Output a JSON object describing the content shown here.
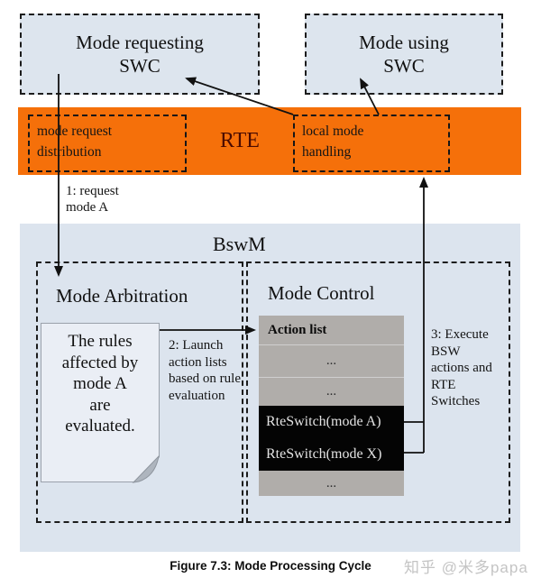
{
  "colors": {
    "rte_bar": "#f5700a",
    "swc_box_fill": "#dde5ee",
    "bswm_fill": "#dce4ee",
    "table_gray": "#b0adaa",
    "action_row_black": "#040404",
    "note_fill": "#eaeef5",
    "rte_label_text": "#4a0b01",
    "watermark_gray": "#c4c4c4",
    "line_black": "#111111"
  },
  "top": {
    "mode_requesting_swc": [
      "Mode requesting",
      "SWC"
    ],
    "mode_using_swc": [
      "Mode using",
      "SWC"
    ]
  },
  "rte": {
    "label": "RTE",
    "mode_request_distribution": [
      "mode request",
      "distribution"
    ],
    "local_mode_handling": [
      "local mode",
      "handling"
    ]
  },
  "steps": {
    "step1": [
      "1: request",
      "mode A"
    ],
    "step2": [
      "2: Launch",
      "action lists",
      "based on rule",
      "evaluation"
    ],
    "step3": [
      "3: Execute",
      "BSW",
      "actions and",
      "RTE",
      "Switches"
    ]
  },
  "bswm": {
    "title": "BswM",
    "mode_arbitration": {
      "title": "Mode Arbitration",
      "note_lines": [
        "The rules",
        "affected by",
        "mode A",
        "are",
        "evaluated."
      ]
    },
    "mode_control": {
      "title": "Mode Control",
      "action_list": {
        "header": "Action list",
        "rows": [
          "...",
          "...",
          "RteSwitch(mode A)",
          "RteSwitch(mode X)",
          "..."
        ]
      }
    }
  },
  "caption": "Figure 7.3: Mode Processing Cycle",
  "watermark": "知乎 @米多papa",
  "icons": {
    "arrow_names": [
      "request-mode-arrow",
      "notify-requesting-swc-arrow",
      "notify-using-swc-arrow",
      "rte-switch-arrow",
      "launch-action-lists-arrow"
    ]
  }
}
